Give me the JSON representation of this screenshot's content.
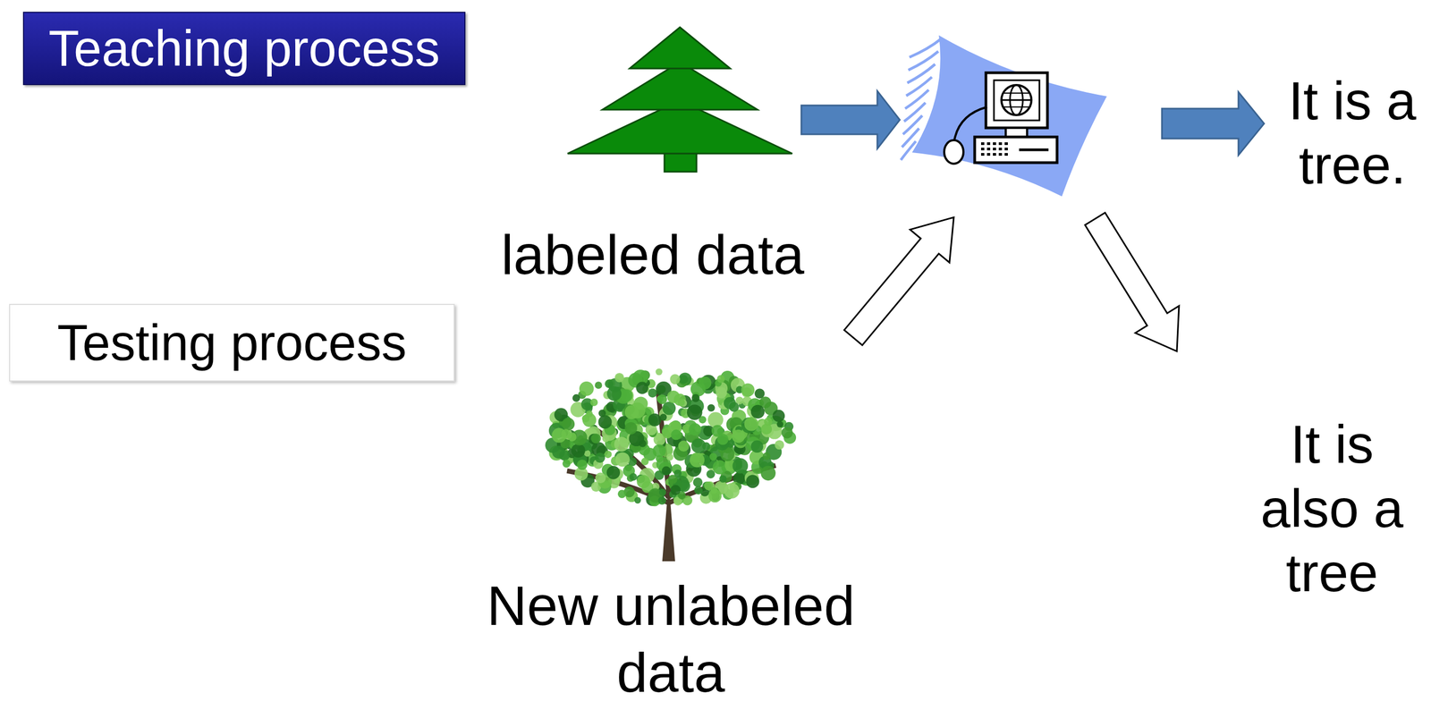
{
  "diagram": {
    "nodes": [
      {
        "text": [
          "Teaching process"
        ]
      },
      {
        "text": [
          "Testing process"
        ]
      }
    ],
    "labels": [
      "labeled data",
      "New unlabeled data",
      "It is a tree.",
      "It is also a tree"
    ]
  }
}
